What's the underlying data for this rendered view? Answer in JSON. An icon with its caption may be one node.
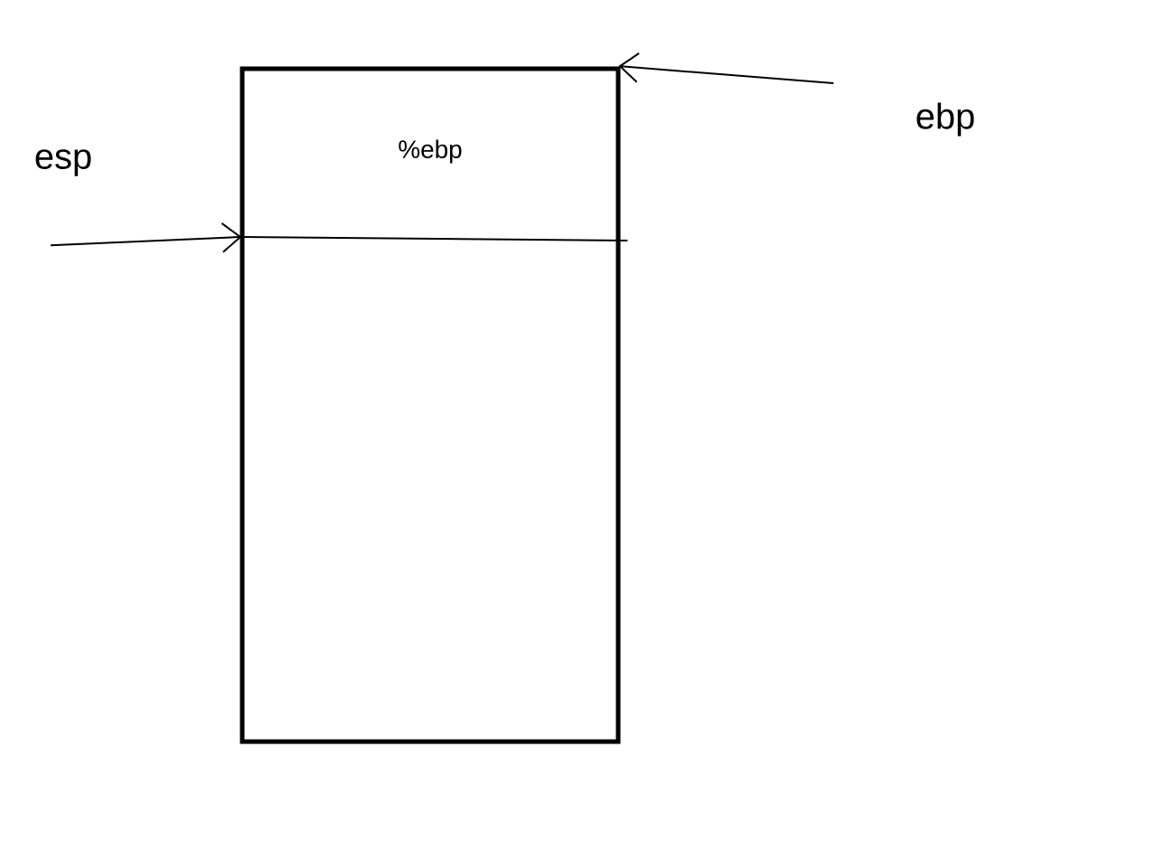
{
  "diagram": {
    "nodes": [
      {
        "text": [],
        "shape": "box"
      },
      {
        "text": [
          "%ebp"
        ],
        "in": 0
      },
      {
        "text": [
          "esp"
        ]
      },
      {
        "text": [
          "ebp"
        ]
      }
    ],
    "edges": [
      {
        "from": 2,
        "to": 1,
        "arrow": "to"
      },
      {
        "from": 3,
        "to": 1,
        "arrow": "to"
      }
    ]
  }
}
